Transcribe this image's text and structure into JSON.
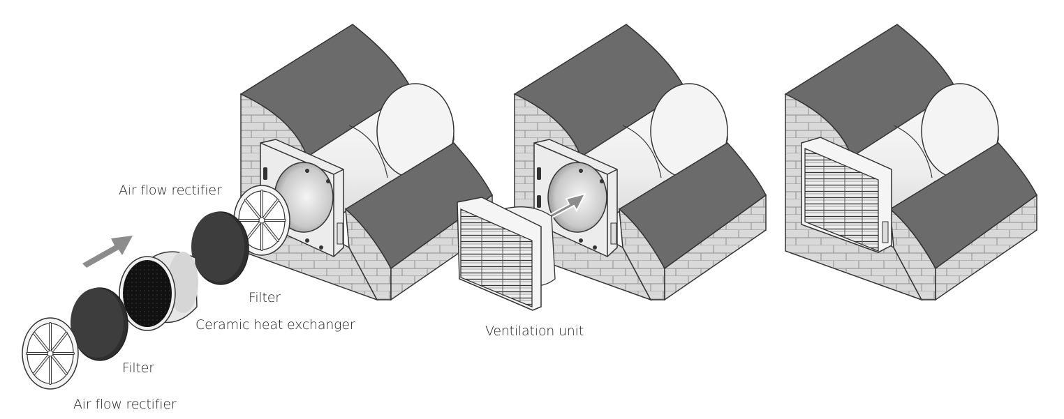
{
  "labels": {
    "air_flow_rectifier_top": "Air flow rectifier",
    "filter_top": "Filter",
    "ceramic_heat_exchanger": "Ceramic heat exchanger",
    "filter_bottom": "Filter",
    "air_flow_rectifier_bottom": "Air flow rectifier",
    "ventilation_unit": "Ventilation unit"
  },
  "colors": {
    "wall_top": "#6b6b6b",
    "brick_face": "#d9d9d9",
    "brick_line": "#9a9a9a",
    "tube": "#f2f2f2",
    "filter_disc": "#3d3d3d",
    "heat_exchanger_core": "#111111",
    "arrow": "#8c8c8c",
    "outline": "#333333"
  },
  "icons": [
    "assembly-arrow-icon",
    "insert-arrow-icon"
  ]
}
